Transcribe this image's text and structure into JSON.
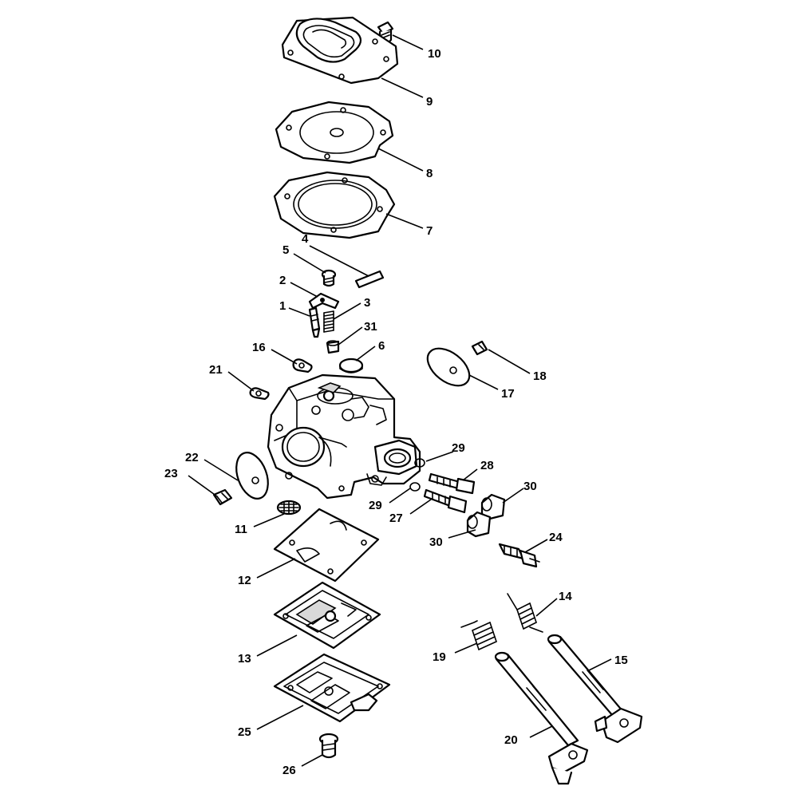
{
  "callouts": {
    "c1": "1",
    "c2": "2",
    "c3": "3",
    "c4": "4",
    "c5": "5",
    "c6": "6",
    "c7": "7",
    "c8": "8",
    "c9": "9",
    "c10": "10",
    "c11": "11",
    "c12": "12",
    "c13": "13",
    "c14": "14",
    "c15": "15",
    "c16": "16",
    "c17": "17",
    "c18": "18",
    "c19": "19",
    "c20": "20",
    "c21": "21",
    "c22": "22",
    "c23": "23",
    "c24": "24",
    "c25": "25",
    "c26": "26",
    "c27": "27",
    "c28": "28",
    "c29a": "29",
    "c29b": "29",
    "c30a": "30",
    "c30b": "30",
    "c31": "31"
  },
  "colors": {
    "line": "#000000",
    "background": "#ffffff",
    "shade": "#d9d9d9"
  }
}
